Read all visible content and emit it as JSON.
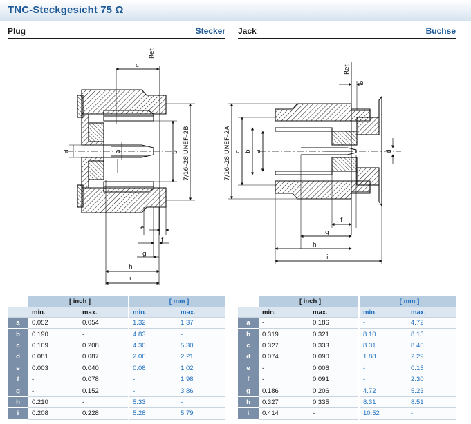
{
  "page": {
    "title": "TNC-Steckgesicht 75 Ω"
  },
  "plug": {
    "heading": "Plug",
    "heading_de": "Stecker",
    "drawing_labels": {
      "ref": "Ref.",
      "thread": "7/16–28 UNEF–2B",
      "a": "a",
      "b": "b",
      "c": "c",
      "d": "d",
      "e": "e",
      "f": "f",
      "g": "g",
      "h": "h",
      "i": "i"
    },
    "table": {
      "unit_inch": "[ inch ]",
      "unit_mm": "[ mm ]",
      "min": "min.",
      "max": "max.",
      "rows": [
        {
          "label": "a",
          "inch_min": "0.052",
          "inch_max": "0.054",
          "mm_min": "1.32",
          "mm_max": "1.37"
        },
        {
          "label": "b",
          "inch_min": "0.190",
          "inch_max": "-",
          "mm_min": "4.83",
          "mm_max": "-"
        },
        {
          "label": "c",
          "inch_min": "0.169",
          "inch_max": "0.208",
          "mm_min": "4.30",
          "mm_max": "5.30"
        },
        {
          "label": "d",
          "inch_min": "0.081",
          "inch_max": "0.087",
          "mm_min": "2.06",
          "mm_max": "2.21"
        },
        {
          "label": "e",
          "inch_min": "0.003",
          "inch_max": "0.040",
          "mm_min": "0.08",
          "mm_max": "1.02"
        },
        {
          "label": "f",
          "inch_min": "-",
          "inch_max": "0.078",
          "mm_min": "-",
          "mm_max": "1.98"
        },
        {
          "label": "g",
          "inch_min": "-",
          "inch_max": "0.152",
          "mm_min": "-",
          "mm_max": "3.86"
        },
        {
          "label": "h",
          "inch_min": "0.210",
          "inch_max": "-",
          "mm_min": "5.33",
          "mm_max": "-"
        },
        {
          "label": "i",
          "inch_min": "0.208",
          "inch_max": "0.228",
          "mm_min": "5.28",
          "mm_max": "5.79"
        }
      ]
    }
  },
  "jack": {
    "heading": "Jack",
    "heading_de": "Buchse",
    "drawing_labels": {
      "ref": "Ref.",
      "thread": "7/16–28 UNEF–2A",
      "a": "a",
      "b": "b",
      "c": "c",
      "d": "d",
      "e": "e",
      "f": "f",
      "g": "g",
      "h": "h",
      "i": "i"
    },
    "table": {
      "unit_inch": "[ inch ]",
      "unit_mm": "[ mm ]",
      "min": "min.",
      "max": "max.",
      "rows": [
        {
          "label": "a",
          "inch_min": "-",
          "inch_max": "0.186",
          "mm_min": "-",
          "mm_max": "4.72"
        },
        {
          "label": "b",
          "inch_min": "0.319",
          "inch_max": "0.321",
          "mm_min": "8.10",
          "mm_max": "8.15"
        },
        {
          "label": "c",
          "inch_min": "0.327",
          "inch_max": "0.333",
          "mm_min": "8.31",
          "mm_max": "8.46"
        },
        {
          "label": "d",
          "inch_min": "0.074",
          "inch_max": "0.090",
          "mm_min": "1.88",
          "mm_max": "2.29"
        },
        {
          "label": "e",
          "inch_min": "-",
          "inch_max": "0.006",
          "mm_min": "-",
          "mm_max": "0.15"
        },
        {
          "label": "f",
          "inch_min": "-",
          "inch_max": "0.091",
          "mm_min": "-",
          "mm_max": "2.30"
        },
        {
          "label": "g",
          "inch_min": "0.186",
          "inch_max": "0.206",
          "mm_min": "4.72",
          "mm_max": "5.23"
        },
        {
          "label": "h",
          "inch_min": "0.327",
          "inch_max": "0.335",
          "mm_min": "8.31",
          "mm_max": "8.51"
        },
        {
          "label": "i",
          "inch_min": "0.414",
          "inch_max": "-",
          "mm_min": "10.52",
          "mm_max": "-"
        }
      ]
    }
  }
}
